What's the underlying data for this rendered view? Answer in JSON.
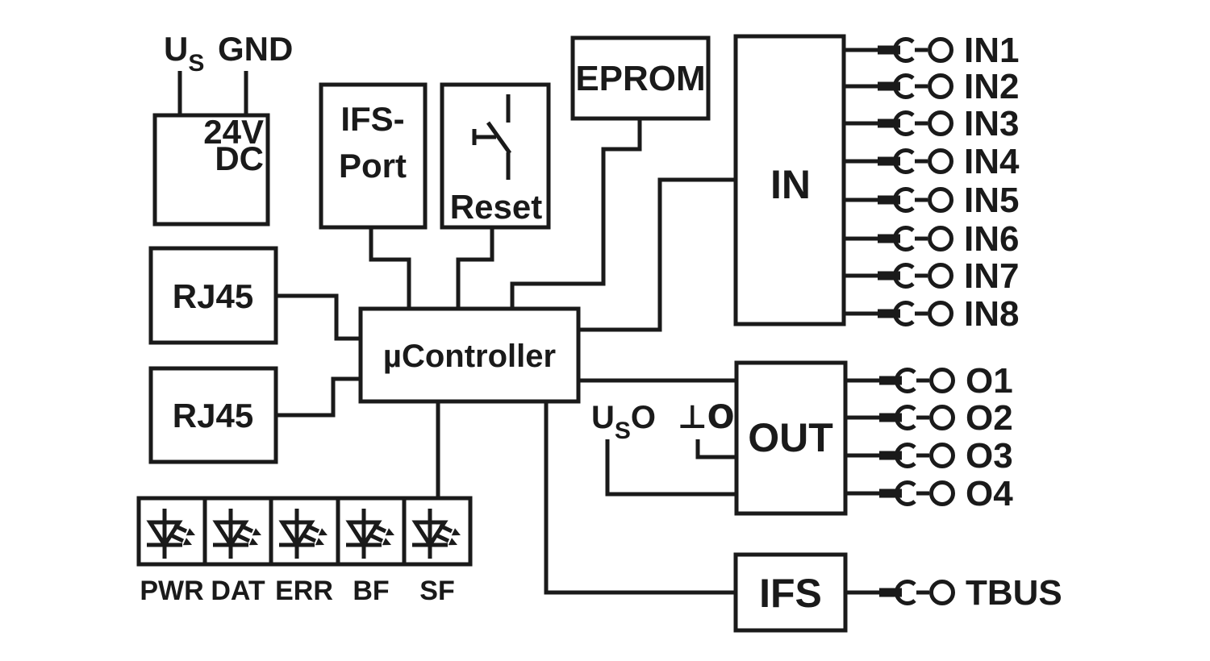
{
  "colors": {
    "ink": "#1a1a1a",
    "background": "#ffffff"
  },
  "power": {
    "us_main": "U",
    "us_sub": "S",
    "gnd": "GND",
    "supply_line1": "24V",
    "supply_line2": "DC"
  },
  "blocks": {
    "ifs_port": {
      "line1": "IFS-",
      "line2": "Port"
    },
    "reset": {
      "label": "Reset"
    },
    "eprom": {
      "label": "EPROM"
    },
    "input_stage": {
      "label": "IN"
    },
    "rj45_top": {
      "label": "RJ45"
    },
    "rj45_bottom": {
      "label": "RJ45"
    },
    "ucontroller": {
      "label": "µController"
    },
    "output_stage": {
      "label": "OUT"
    },
    "ifs": {
      "label": "IFS"
    }
  },
  "out_supply": {
    "main": "U",
    "sub": "S",
    "suffix": "O"
  },
  "out_ground": {
    "label": "⊥O"
  },
  "leds": {
    "labels": [
      "PWR",
      "DAT",
      "ERR",
      "BF",
      "SF"
    ]
  },
  "inputs": {
    "labels": [
      "IN1",
      "IN2",
      "IN3",
      "IN4",
      "IN5",
      "IN6",
      "IN7",
      "IN8"
    ]
  },
  "outputs": {
    "labels": [
      "O1",
      "O2",
      "O3",
      "O4"
    ]
  },
  "bus": {
    "label": "TBUS"
  }
}
